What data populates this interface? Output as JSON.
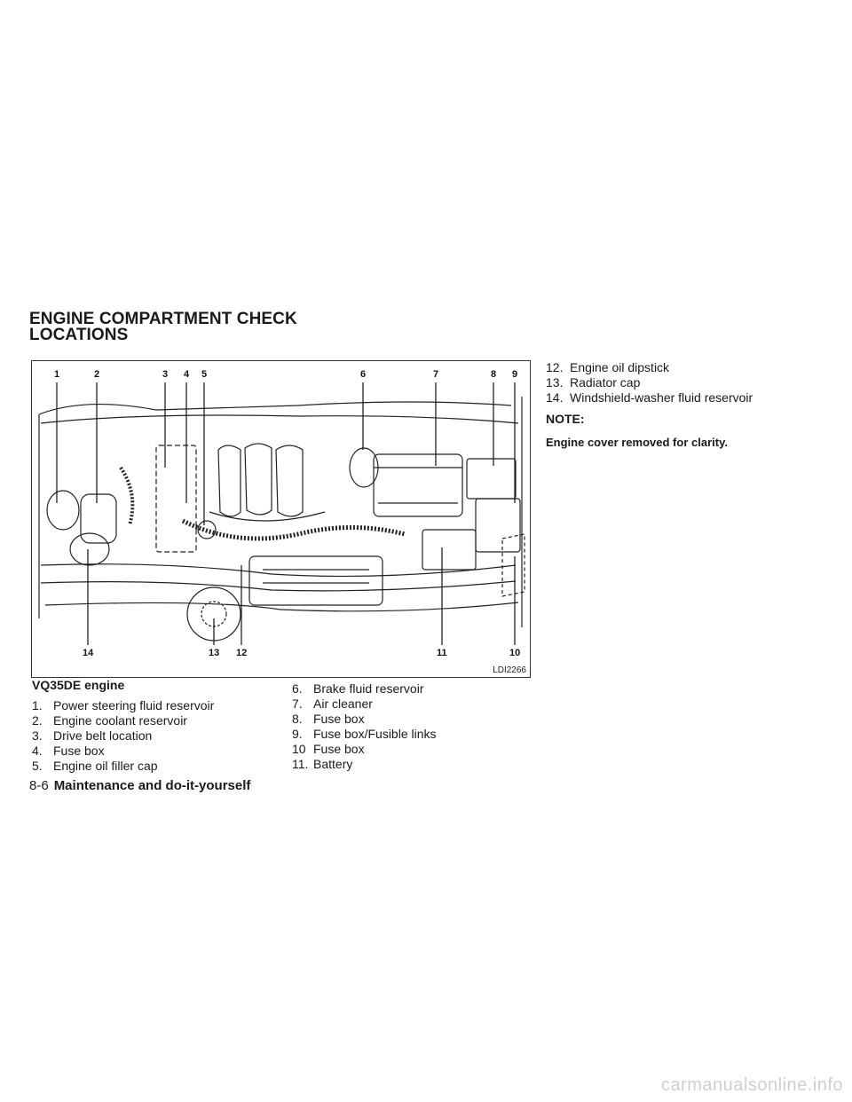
{
  "section": {
    "title_line1": "ENGINE COMPARTMENT CHECK",
    "title_line2": "LOCATIONS"
  },
  "figure": {
    "code": "LDI2266",
    "top_labels": [
      "1",
      "2",
      "3",
      "4",
      "5",
      "6",
      "7",
      "8",
      "9"
    ],
    "bottom_labels": [
      "14",
      "13",
      "12",
      "11",
      "10"
    ]
  },
  "caption": "VQ35DE engine",
  "items_col1": [
    {
      "num": "1.",
      "text": "Power steering fluid reservoir"
    },
    {
      "num": "2.",
      "text": "Engine coolant reservoir"
    },
    {
      "num": "3.",
      "text": "Drive belt location"
    },
    {
      "num": "4.",
      "text": "Fuse box"
    },
    {
      "num": "5.",
      "text": "Engine oil filler cap"
    }
  ],
  "items_col2": [
    {
      "num": "6.",
      "text": "Brake fluid reservoir"
    },
    {
      "num": "7.",
      "text": "Air cleaner"
    },
    {
      "num": "8.",
      "text": "Fuse box"
    },
    {
      "num": "9.",
      "text": "Fuse box/Fusible links"
    },
    {
      "num": "10",
      "text": "Fuse box"
    },
    {
      "num": "11.",
      "text": "Battery"
    }
  ],
  "items_col3": [
    {
      "num": "12.",
      "text": "Engine oil dipstick"
    },
    {
      "num": "13.",
      "text": "Radiator cap"
    },
    {
      "num": "14.",
      "text": "Windshield-washer fluid reservoir"
    }
  ],
  "note": {
    "label": "NOTE:",
    "text": "Engine cover removed for clarity."
  },
  "footer": {
    "page": "8-6",
    "chapter": "Maintenance and do-it-yourself"
  },
  "watermark": "carmanualsonline.info"
}
